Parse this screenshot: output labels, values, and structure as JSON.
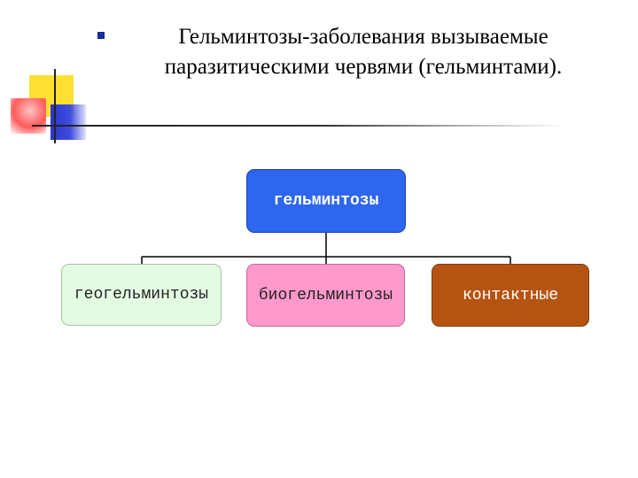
{
  "slide": {
    "title": "Гельминтозы-заболевания вызываемые паразитическими червями (гельминтами)."
  },
  "diagram": {
    "root": "гельминтозы",
    "children": [
      "геогельминтозы",
      "биогельминтозы",
      "контактные"
    ]
  }
}
